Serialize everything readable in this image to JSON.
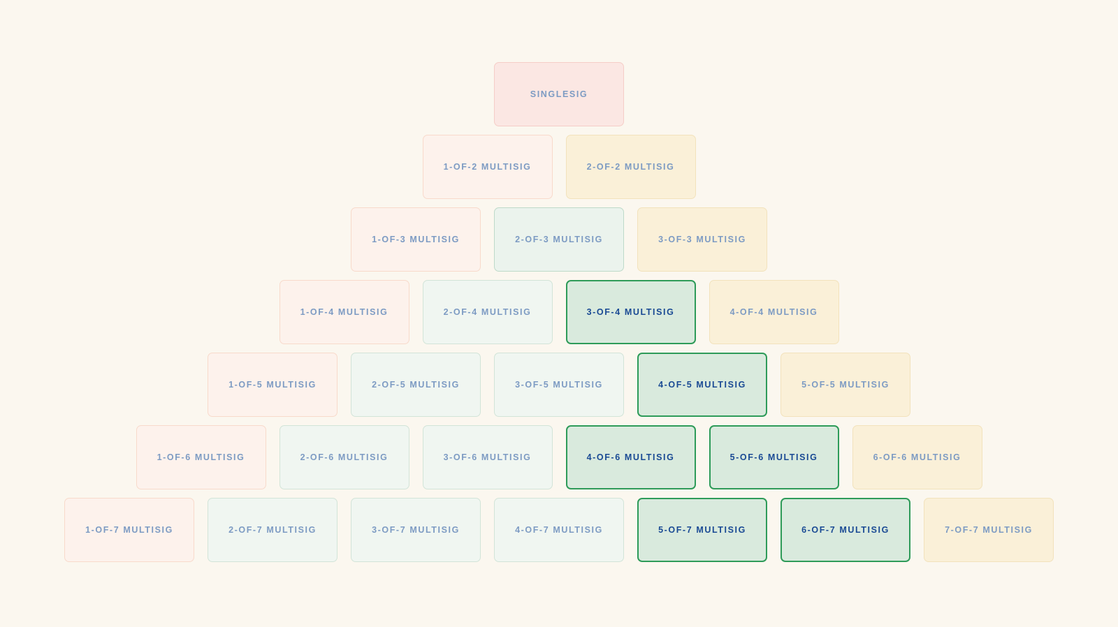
{
  "page": {
    "background": "#FBF7EF"
  },
  "colors": {
    "text_normal": "#7D9BC3",
    "text_emphasis": "#1A4A94",
    "singlesig_fill": "#FBE7E3",
    "singlesig_border": "#F5CDC7",
    "pink_fill": "#FDF2EC",
    "pink_border": "#F8DACB",
    "yellow_fill": "#FAF0D8",
    "yellow_border": "#F2E2BC",
    "green_fill": "#F0F6F1",
    "green_border": "#D2E4D8",
    "green_medium_fill": "#EBF3ED",
    "green_medium_border": "#BEDAC9",
    "green_strong_fill": "#D9EADD",
    "green_strong_border": "#2E9B59"
  },
  "pyramid": {
    "rows": [
      {
        "boxes": [
          {
            "label": "SINGLESIG",
            "variant": "singlesig",
            "emphasized": false
          }
        ]
      },
      {
        "boxes": [
          {
            "label": "1-OF-2 MULTISIG",
            "variant": "pink",
            "emphasized": false
          },
          {
            "label": "2-OF-2 MULTISIG",
            "variant": "yellow",
            "emphasized": false
          }
        ]
      },
      {
        "boxes": [
          {
            "label": "1-OF-3 MULTISIG",
            "variant": "pink",
            "emphasized": false
          },
          {
            "label": "2-OF-3 MULTISIG",
            "variant": "green-medium",
            "emphasized": false
          },
          {
            "label": "3-OF-3 MULTISIG",
            "variant": "yellow",
            "emphasized": false
          }
        ]
      },
      {
        "boxes": [
          {
            "label": "1-OF-4 MULTISIG",
            "variant": "pink",
            "emphasized": false
          },
          {
            "label": "2-OF-4 MULTISIG",
            "variant": "green",
            "emphasized": false
          },
          {
            "label": "3-OF-4 MULTISIG",
            "variant": "green-strong",
            "emphasized": true
          },
          {
            "label": "4-OF-4 MULTISIG",
            "variant": "yellow",
            "emphasized": false
          }
        ]
      },
      {
        "boxes": [
          {
            "label": "1-OF-5 MULTISIG",
            "variant": "pink",
            "emphasized": false
          },
          {
            "label": "2-OF-5 MULTISIG",
            "variant": "green",
            "emphasized": false
          },
          {
            "label": "3-OF-5 MULTISIG",
            "variant": "green",
            "emphasized": false
          },
          {
            "label": "4-OF-5 MULTISIG",
            "variant": "green-strong",
            "emphasized": true
          },
          {
            "label": "5-OF-5 MULTISIG",
            "variant": "yellow",
            "emphasized": false
          }
        ]
      },
      {
        "boxes": [
          {
            "label": "1-OF-6 MULTISIG",
            "variant": "pink",
            "emphasized": false
          },
          {
            "label": "2-OF-6 MULTISIG",
            "variant": "green",
            "emphasized": false
          },
          {
            "label": "3-OF-6 MULTISIG",
            "variant": "green",
            "emphasized": false
          },
          {
            "label": "4-OF-6 MULTISIG",
            "variant": "green-strong",
            "emphasized": true
          },
          {
            "label": "5-OF-6 MULTISIG",
            "variant": "green-strong",
            "emphasized": true
          },
          {
            "label": "6-OF-6 MULTISIG",
            "variant": "yellow",
            "emphasized": false
          }
        ]
      },
      {
        "boxes": [
          {
            "label": "1-OF-7 MULTISIG",
            "variant": "pink",
            "emphasized": false
          },
          {
            "label": "2-OF-7 MULTISIG",
            "variant": "green",
            "emphasized": false
          },
          {
            "label": "3-OF-7 MULTISIG",
            "variant": "green",
            "emphasized": false
          },
          {
            "label": "4-OF-7 MULTISIG",
            "variant": "green",
            "emphasized": false
          },
          {
            "label": "5-OF-7 MULTISIG",
            "variant": "green-strong",
            "emphasized": true
          },
          {
            "label": "6-OF-7 MULTISIG",
            "variant": "green-strong",
            "emphasized": true
          },
          {
            "label": "7-OF-7 MULTISIG",
            "variant": "yellow",
            "emphasized": false
          }
        ]
      }
    ]
  }
}
